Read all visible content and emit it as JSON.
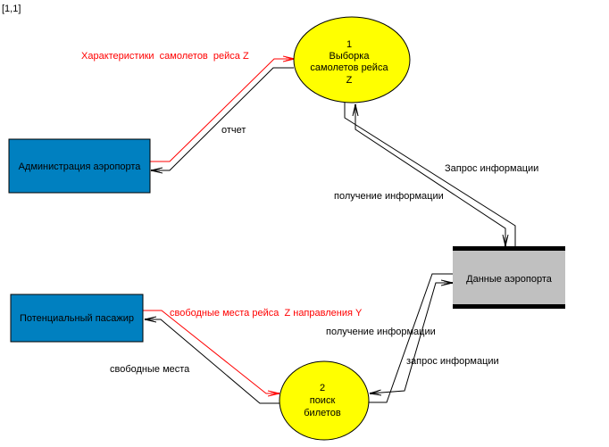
{
  "corner_label": "[1,1]",
  "colors": {
    "external_entity_fill": "#0080c0",
    "process_fill": "#ffff00",
    "data_store_fill": "#c0c0c0",
    "data_store_bar": "#000000",
    "flow_red": "#ff0000",
    "flow_black": "#000000"
  },
  "external_entities": [
    {
      "id": "admin",
      "label": "Администрация аэропорта"
    },
    {
      "id": "passenger",
      "label": "Потенциальный пасажир"
    }
  ],
  "processes": [
    {
      "id": "p1",
      "number": "1",
      "lines": [
        "Выборка",
        "самолетов рейса",
        "Z"
      ]
    },
    {
      "id": "p2",
      "number": "2",
      "lines": [
        "поиск",
        "билетов"
      ]
    }
  ],
  "data_stores": [
    {
      "id": "airport-data",
      "label": "Данные аэропорта"
    }
  ],
  "flows": [
    {
      "id": "f1",
      "label": "Характеристики  самолетов  рейса Z",
      "color": "red",
      "from": "admin",
      "to": "p1"
    },
    {
      "id": "f2",
      "label": "отчет",
      "color": "black",
      "from": "p1",
      "to": "admin"
    },
    {
      "id": "f3",
      "label": "Запрос информации",
      "color": "black",
      "from": "p1",
      "to": "airport-data"
    },
    {
      "id": "f4",
      "label": "получение информации",
      "color": "black",
      "from": "airport-data",
      "to": "p1"
    },
    {
      "id": "f5",
      "label": "свободные места рейса  Z направления Y",
      "color": "red",
      "from": "passenger",
      "to": "p2"
    },
    {
      "id": "f6",
      "label": "свободные места",
      "color": "black",
      "from": "p2",
      "to": "passenger"
    },
    {
      "id": "f7",
      "label": "получение информации",
      "color": "black",
      "from": "airport-data",
      "to": "p2"
    },
    {
      "id": "f8",
      "label": "запрос информации",
      "color": "black",
      "from": "p2",
      "to": "airport-data"
    }
  ]
}
